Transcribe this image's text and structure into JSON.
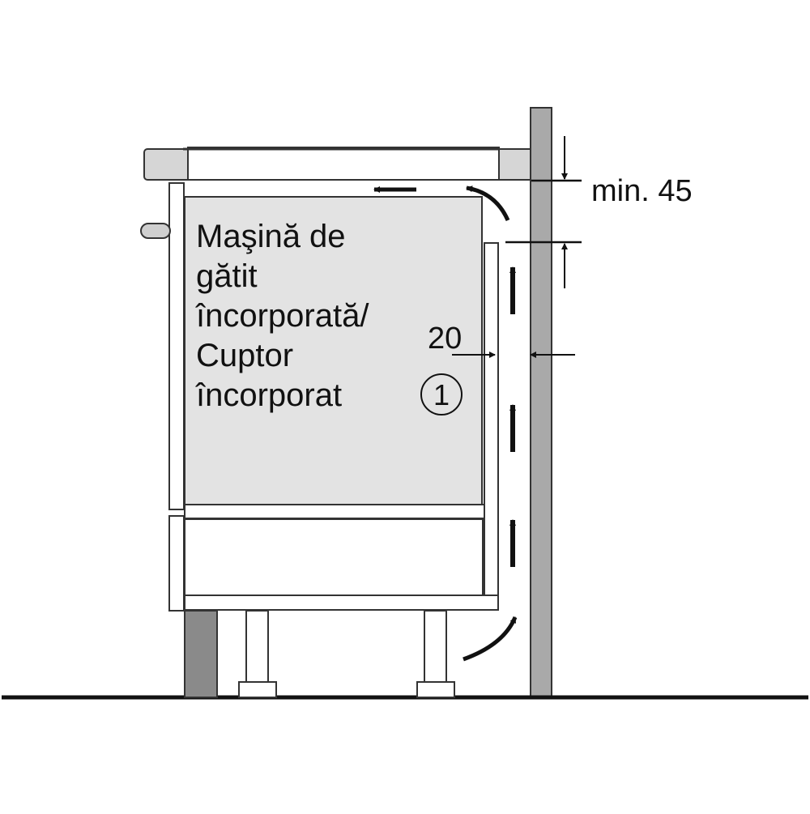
{
  "labels": {
    "appliance_line1": "Maşină de",
    "appliance_line2": "gătit",
    "appliance_line3": "încorporată/",
    "appliance_line4": "Cuptor",
    "appliance_line5": "încorporat",
    "callout_number": "1"
  },
  "dimensions": {
    "top_gap": "min. 45",
    "side_gap": "20"
  },
  "colors": {
    "wall": "#a9a9a9",
    "appliance": "#e3e3e3",
    "countertop": "#d6d6d6",
    "plinth": "#8a8a8a",
    "line": "#111111"
  }
}
